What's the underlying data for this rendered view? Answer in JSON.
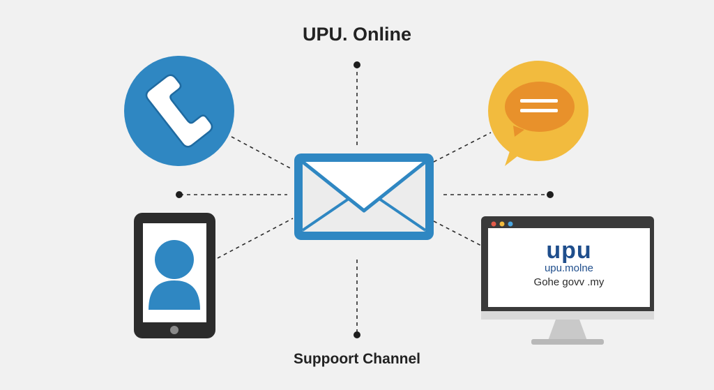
{
  "diagram": {
    "title": "UPU. Online",
    "caption": "Suppoort Channel",
    "colors": {
      "phone_blue": "#2f87c2",
      "chat_yellow": "#f2bb3e",
      "chat_orange": "#e8912b",
      "envelope_blue": "#2f87c2",
      "device_dark": "#2c2c2c",
      "background": "#f1f1f1"
    },
    "nodes": [
      {
        "id": "phone",
        "icon": "phone-icon"
      },
      {
        "id": "email",
        "icon": "envelope-icon"
      },
      {
        "id": "chat",
        "icon": "chat-bubble-icon"
      },
      {
        "id": "mobile",
        "icon": "smartphone-user-icon"
      },
      {
        "id": "website",
        "icon": "desktop-monitor-icon"
      }
    ],
    "website_screen": {
      "logo": "upu",
      "line1": "upu.molne",
      "line2": "Gohe govv .my"
    }
  }
}
